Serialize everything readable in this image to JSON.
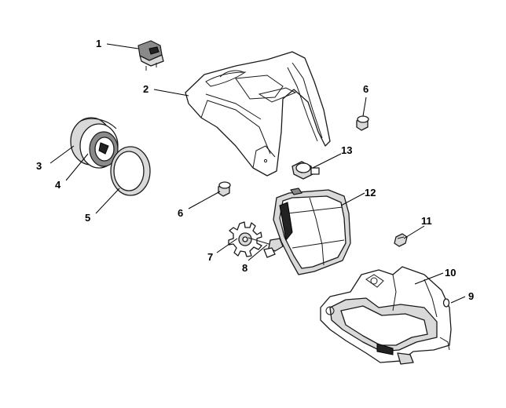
{
  "callouts": {
    "c1": "1",
    "c2": "2",
    "c3": "3",
    "c4": "4",
    "c5": "5",
    "c6a": "6",
    "c6b": "6",
    "c7": "7",
    "c8": "8",
    "c9": "9",
    "c10": "10",
    "c11": "11",
    "c12": "12",
    "c13": "13"
  }
}
